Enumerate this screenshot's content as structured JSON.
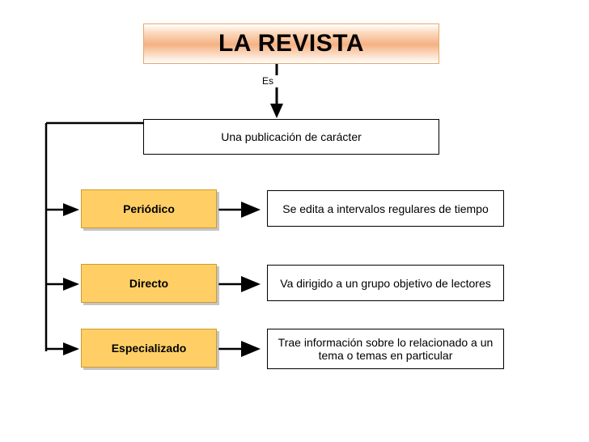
{
  "diagram": {
    "title": "LA REVISTA",
    "connector_label": "Es",
    "subtitle": "Una publicación de carácter",
    "branches": [
      {
        "category": "Periódico",
        "description": "Se edita a intervalos regulares de tiempo"
      },
      {
        "category": "Directo",
        "description": "Va dirigido a un grupo objetivo de lectores"
      },
      {
        "category": "Especializado",
        "description": "Trae información sobre lo relacionado a un tema o temas en particular"
      }
    ],
    "colors": {
      "title_fill": "#f5b183",
      "category_fill": "#ffcf66",
      "category_border": "#cf9a2b",
      "line": "#000000",
      "background": "#ffffff"
    }
  }
}
